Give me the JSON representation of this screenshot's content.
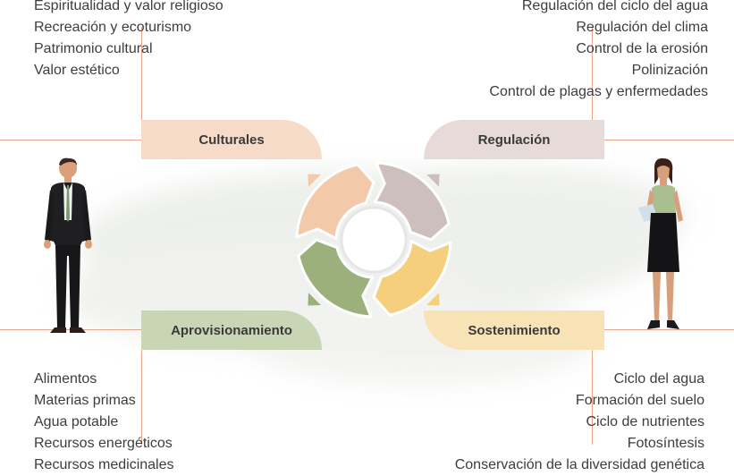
{
  "colors": {
    "culturales": "#f2c9a9",
    "regulacion": "#cdbfbd",
    "aprovisionamiento": "#9bb07b",
    "sostenimiento": "#f5cf7e",
    "frame": "#e8a48c"
  },
  "sections": {
    "culturales": {
      "title": "Culturales",
      "items": [
        "Espiritualidad y valor religioso",
        "Recreación y ecoturismo",
        "Patrimonio cultural",
        "Valor estético"
      ]
    },
    "regulacion": {
      "title": "Regulación",
      "items": [
        "Regulación del ciclo del agua",
        "Regulación del clima",
        "Control de la erosión",
        "Polinización",
        "Control de plagas y enfermedades"
      ]
    },
    "aprovisionamiento": {
      "title": "Aprovisionamiento",
      "items": [
        "Alimentos",
        "Materias primas",
        "Agua potable",
        "Recursos energéticos",
        "Recursos medicinales"
      ]
    },
    "sostenimiento": {
      "title": "Sostenimiento",
      "items": [
        "Ciclo del agua",
        "Formación del suelo",
        "Ciclo de nutrientes",
        "Fotosíntesis",
        "Conservación de la diversidad genética"
      ]
    }
  }
}
